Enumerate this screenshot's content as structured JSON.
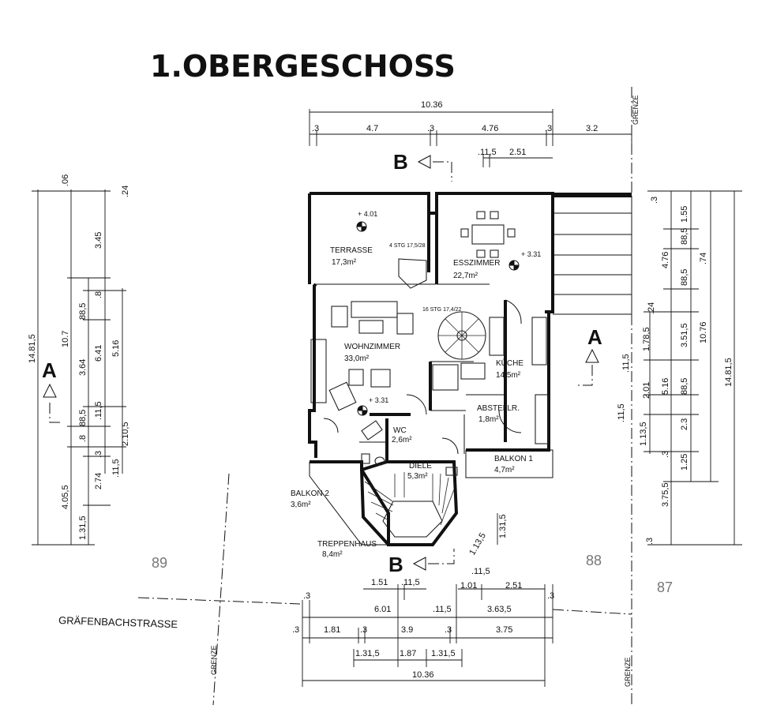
{
  "title": "1.OBERGESCHOSS",
  "rooms": [
    {
      "name": "TERRASSE",
      "area": "17,3m²"
    },
    {
      "name": "ESSZIMMER",
      "area": "22,7m²"
    },
    {
      "name": "WOHNZIMMER",
      "area": "33,0m²"
    },
    {
      "name": "KÜCHE",
      "area": "14,5m²"
    },
    {
      "name": "ABSTELLR.",
      "area": "1,8m²"
    },
    {
      "name": "WC",
      "area": "2,6m²"
    },
    {
      "name": "DIELE",
      "area": "5,3m²"
    },
    {
      "name": "BALKON 1",
      "area": "4,7m²"
    },
    {
      "name": "BALKON 2",
      "area": "3,6m²"
    },
    {
      "name": "TREPPENHAUS",
      "area": "8,4m²"
    }
  ],
  "levels": [
    "+ 4.01",
    "+ 3.31",
    "+ 3.31"
  ],
  "stairs": [
    "4 STG 17,5/28",
    "16 STG 17,4/22"
  ],
  "section_marks": [
    "B",
    "B",
    "A",
    "A"
  ],
  "lots": [
    "89",
    "88",
    "87"
  ],
  "street": "GRÄFENBACHSTRASSE",
  "boundary_label": "GRENZE",
  "dims": {
    "top": [
      ".3",
      "4.7",
      ".3",
      "4.76",
      ".3",
      "3.2",
      "10.36",
      ".11,5",
      "2.51"
    ],
    "bottom": [
      ".3",
      "1.51",
      ".11,5",
      ".11,5",
      "1.01",
      "2.51",
      ".3",
      ".3",
      "6.01",
      ".11,5",
      "3.63,5",
      ".3",
      "1.81",
      ".3",
      "3.9",
      ".3",
      "3.75",
      "1.31,5",
      "1.87",
      "1.31,5",
      "10.36"
    ],
    "left": [
      "14.81,5",
      "10.7",
      ".06",
      ".24",
      "3.45",
      ".8",
      "88,5",
      "3.64",
      "6.41",
      "5.16",
      "88,5",
      ".11,5",
      ".8",
      "2.10,5",
      ".3",
      "2.74",
      ".11,5",
      "4.05,5",
      "1.31,5"
    ],
    "right": [
      ".3",
      "1.55",
      "88,5",
      "4.76",
      ".74",
      "88,5",
      ".24",
      "1.78,5",
      "3.51,5",
      "10.76",
      "14.81,5",
      ".11,5",
      "5.16",
      "2.01",
      "88,5",
      ".11,5",
      "1.13,5",
      "2.3",
      ".3",
      "1.25",
      "3.75,5",
      ".3"
    ],
    "misc": [
      "1.31,5",
      "1.13,5"
    ]
  }
}
